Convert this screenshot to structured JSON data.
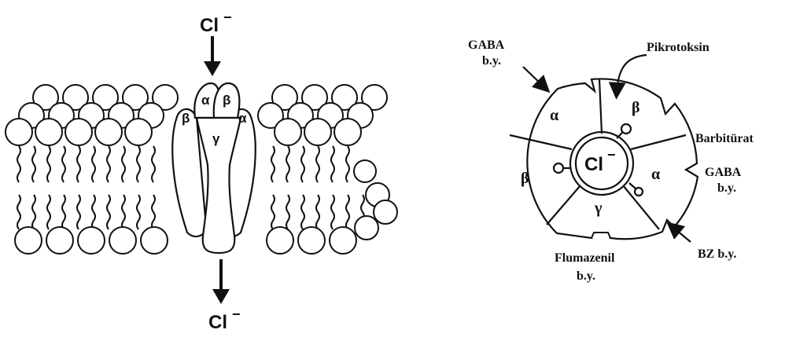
{
  "membrane": {
    "ion_top": "Cl",
    "ion_bottom": "Cl",
    "ion_charge": "−",
    "subunits": {
      "alpha_left": "α",
      "beta_right": "β",
      "beta_left": "β",
      "alpha_right": "α",
      "gamma": "γ"
    }
  },
  "receptor": {
    "center_ion": "Cl",
    "center_charge": "−",
    "subunits": {
      "alpha_top": "α",
      "beta_top": "β",
      "alpha_right": "α",
      "gamma_bottom": "γ",
      "beta_left": "β"
    },
    "sites": {
      "gaba_left_line1": "GABA",
      "gaba_left_line2": "b.y.",
      "pikrotoksin": "Pikrotoksin",
      "barbiturat": "Barbitürat",
      "gaba_right_line1": "GABA",
      "gaba_right_line2": "b.y.",
      "bz": "BZ b.y.",
      "flumazenil_line1": "Flumazenil",
      "flumazenil_line2": "b.y."
    }
  },
  "colors": {
    "ink": "#111111",
    "paper": "#ffffff"
  }
}
